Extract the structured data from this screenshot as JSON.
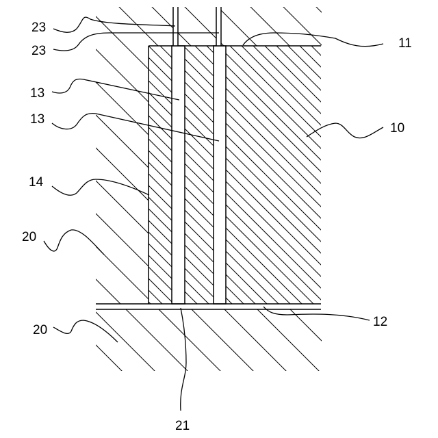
{
  "labels": {
    "l23_top": "23",
    "l23_bottom": "23",
    "l11": "11",
    "l13_upper": "13",
    "l13_lower": "13",
    "l10": "10",
    "l14": "14",
    "l20_upper": "20",
    "l12": "12",
    "l20_lower": "20",
    "l21": "21"
  },
  "colors": {
    "line": "#000000",
    "background": "#ffffff"
  }
}
